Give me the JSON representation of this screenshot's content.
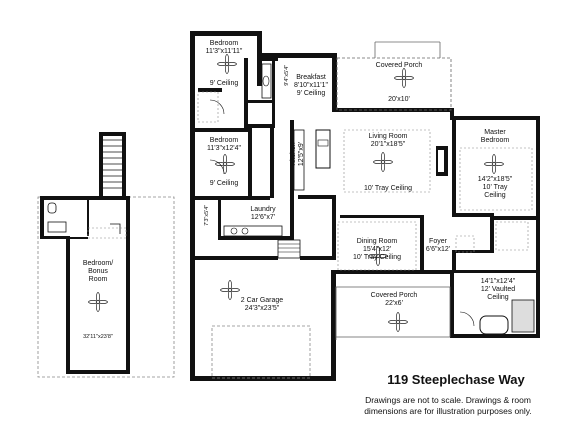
{
  "rooms": {
    "bedroom2": {
      "name": "Bedroom",
      "dims": "11'3\"x11'11\"",
      "note": "9' Ceiling"
    },
    "bedroom3": {
      "name": "Bedroom",
      "dims": "11'3\"x12'4\"",
      "note": "9' Ceiling"
    },
    "breakfast": {
      "name": "Breakfast",
      "dims": "8'10\"x11'1\"",
      "note": "9' Ceiling"
    },
    "covered_porch_top": {
      "name": "Covered Porch",
      "dims": "20'x10'"
    },
    "kitchen": {
      "name": "Kitchen",
      "dims": "12'5\"x9'"
    },
    "living": {
      "name": "Living Room",
      "dims": "20'1\"x18'5\"",
      "note": "10' Tray Ceiling"
    },
    "master": {
      "name": "Master",
      "name2": "Bedroom",
      "dims": "14'2\"x18'5\"",
      "note1": "10' Tray",
      "note2": "Ceiling"
    },
    "laundry": {
      "name": "Laundry",
      "dims": "12'6\"x7'"
    },
    "closet_left": {
      "dims": "7'3\"x5'4\""
    },
    "closet_top": {
      "dims": "9'4\"x5'4\""
    },
    "dining": {
      "name": "Dining Room",
      "dims": "15'4\"x12'",
      "note": "10' Tray Ceiling"
    },
    "foyer": {
      "name": "Foyer",
      "dims": "6'6\"x12'"
    },
    "master_bath": {
      "dims": "14'1\"x12'4\"",
      "note1": "12' Vaulted",
      "note2": "Ceiling"
    },
    "garage": {
      "name": "2 Car Garage",
      "dims": "24'3\"x23'5\""
    },
    "covered_porch_front": {
      "name": "Covered Porch",
      "dims": "22'x6'"
    },
    "bonus": {
      "name1": "Bedroom/",
      "name2": "Bonus",
      "name3": "Room",
      "dims": "32'11\"x23'8\""
    }
  },
  "footer": {
    "address": "119 Steeplechase Way",
    "disclaimer1": "Drawings are not to scale. Drawings & room",
    "disclaimer2": "dimensions are for illustration purposes only."
  }
}
